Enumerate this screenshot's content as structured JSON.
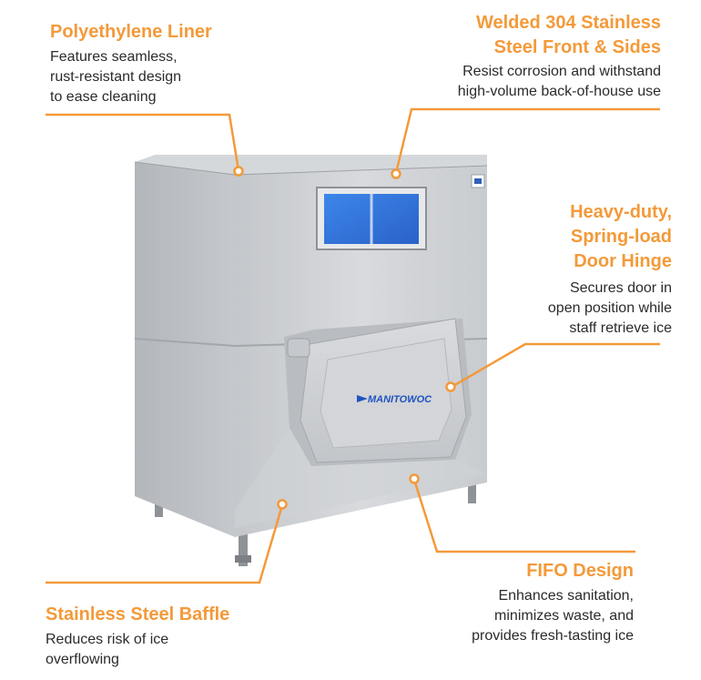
{
  "callouts": {
    "liner": {
      "title": "Polyethylene Liner",
      "desc": [
        "Features seamless,",
        "rust-resistant design",
        "to ease cleaning"
      ]
    },
    "welded": {
      "title": [
        "Welded 304 Stainless",
        "Steel Front & Sides"
      ],
      "desc": [
        "Resist corrosion and withstand",
        "high-volume back-of-house use"
      ]
    },
    "hinge": {
      "title": [
        "Heavy-duty,",
        "Spring-load",
        "Door Hinge"
      ],
      "desc": [
        "Secures door in",
        "open position while",
        "staff retrieve ice"
      ]
    },
    "fifo": {
      "title": "FIFO Design",
      "desc": [
        "Enhances sanitation,",
        "minimizes waste, and",
        "provides fresh-tasting ice"
      ]
    },
    "baffle": {
      "title": "Stainless Steel Baffle",
      "desc": [
        "Reduces risk of ice",
        "overflowing"
      ]
    }
  },
  "product": {
    "brand_logo_text": "MANITOWOC"
  },
  "colors": {
    "accent": "#f39a3a",
    "text": "#2b2b2b",
    "steel": "#c9ccd0",
    "window": "#2f7be0"
  }
}
